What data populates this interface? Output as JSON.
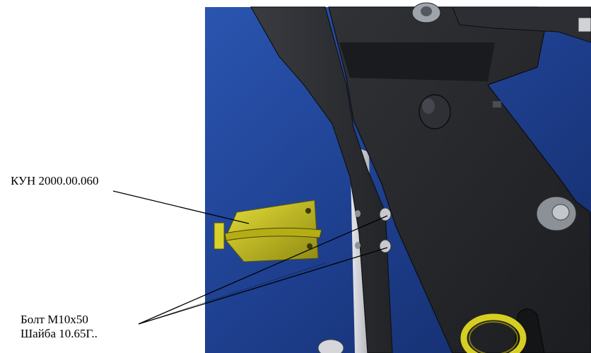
{
  "callouts": {
    "part_number": "КУН 2000.00.060",
    "bolt": "Болт М10х50",
    "washer": "Шайба 10.65Г.."
  },
  "colors": {
    "background_blue": "#1f3f8c",
    "frame_dark": "#2b2d31",
    "bracket_yellow": "#c9c21a",
    "leader_line": "#000000"
  }
}
